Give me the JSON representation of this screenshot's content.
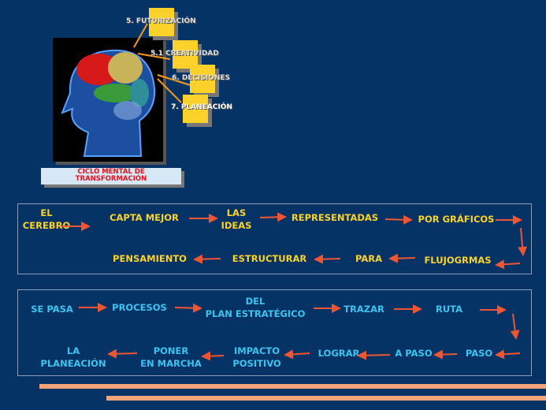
{
  "header": {
    "cards": [
      "5. FUTURIZACIÓN",
      "5.1 CREATIVIDAD",
      "6. DECISIONES",
      "7. PLANEACIÓN"
    ],
    "caption_line1": "CICLO MENTAL  DE",
    "caption_line2": "TRANSFORMACIÓN"
  },
  "flow1": {
    "items": [
      [
        "EL",
        "CEREBRO"
      ],
      [
        "CAPTA MEJOR"
      ],
      [
        "LAS",
        "IDEAS"
      ],
      [
        "REPRESENTADAS"
      ],
      [
        "POR GRÁFICOS"
      ],
      [
        "FLUJOGRMAS"
      ],
      [
        "PARA"
      ],
      [
        "ESTRUCTURAR"
      ],
      [
        "PENSAMIENTO"
      ]
    ]
  },
  "flow2": {
    "items": [
      [
        "SE PASA"
      ],
      [
        "PROCESOS"
      ],
      [
        "DEL",
        "PLAN ESTRATÉGICO"
      ],
      [
        "TRAZAR"
      ],
      [
        "RUTA"
      ],
      [
        "PASO"
      ],
      [
        "A PASO"
      ],
      [
        "LOGRAR"
      ],
      [
        "IMPACTO",
        "POSITIVO"
      ],
      [
        "PONER",
        "EN MARCHA"
      ],
      [
        "LA",
        "PLANEACIÓN"
      ]
    ]
  },
  "colors": {
    "background": "#063366",
    "flow1_text": "#fcd22a",
    "flow2_text": "#3cc4ee",
    "arrow": "#ee5533",
    "card": "#fcd22a"
  }
}
